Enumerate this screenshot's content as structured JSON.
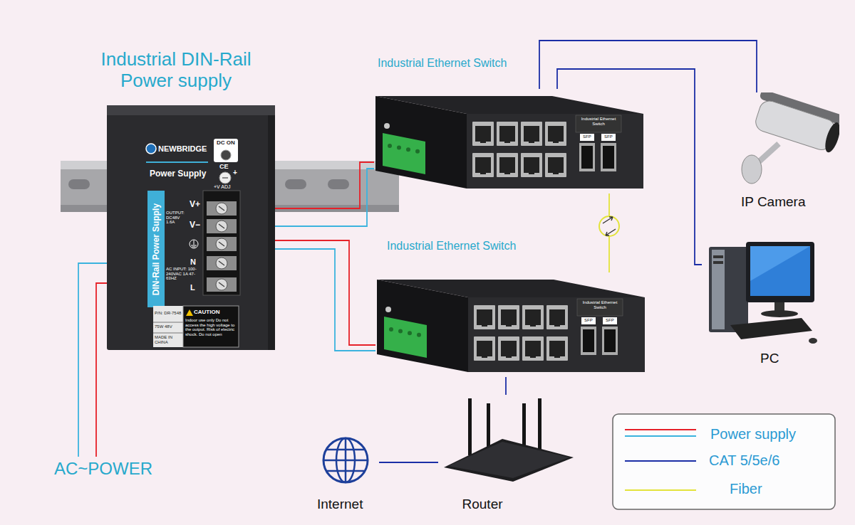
{
  "diagram": {
    "nodes": [
      {
        "text": [
          "Industrial DIN-Rail Power supply"
        ]
      },
      {
        "text": [
          "Industrial Ethernet Switch"
        ]
      },
      {
        "text": [
          "Industrial Ethernet Switch"
        ]
      },
      {
        "text": [
          "IP Camera"
        ]
      },
      {
        "text": [
          "PC"
        ]
      },
      {
        "text": [
          "Router"
        ]
      },
      {
        "text": [
          "Internet"
        ]
      },
      {
        "text": [
          "AC~POWER"
        ]
      }
    ],
    "edges": [
      {
        "from": 0,
        "to": 1,
        "arrow": "none"
      },
      {
        "from": 0,
        "to": 1,
        "arrow": "none"
      },
      {
        "from": 0,
        "to": 2,
        "arrow": "none"
      },
      {
        "from": 0,
        "to": 2,
        "arrow": "none"
      },
      {
        "from": 0,
        "to": 7,
        "arrow": "none"
      },
      {
        "from": 0,
        "to": 7,
        "arrow": "none"
      },
      {
        "from": 1,
        "to": 3,
        "arrow": "none"
      },
      {
        "from": 1,
        "to": 4,
        "arrow": "none"
      },
      {
        "from": 1,
        "to": 2,
        "arrow": "none"
      },
      {
        "from": 2,
        "to": 5,
        "arrow": "none"
      },
      {
        "from": 5,
        "to": 6,
        "arrow": "none"
      }
    ],
    "labels": [
      "NEWBRIDGE",
      "Power Supply",
      "DC ON",
      "+V ADJ",
      "+",
      "V+",
      "V−",
      "OUTPUT: DC48V 1.6A",
      "DIN-Rail Power Supply",
      "N",
      "L",
      "AC INPUT: 100-240VAC 1A 47-63HZ",
      "P/N: DR-7548",
      "75W 48V",
      "MADE IN CHINA",
      "CAUTION",
      "Indoor use only Do not access the high voltage to the output. Risk of electric shock. Do not open",
      "CE",
      "Industrial Ethernet Switch",
      "SFP",
      "SFP",
      "Industrial Ethernet Switch",
      "SFP",
      "SFP"
    ],
    "legend": [
      {
        "text": "Power supply"
      },
      {
        "text": "CAT 5/5e/6"
      },
      {
        "text": "Fiber"
      }
    ]
  }
}
